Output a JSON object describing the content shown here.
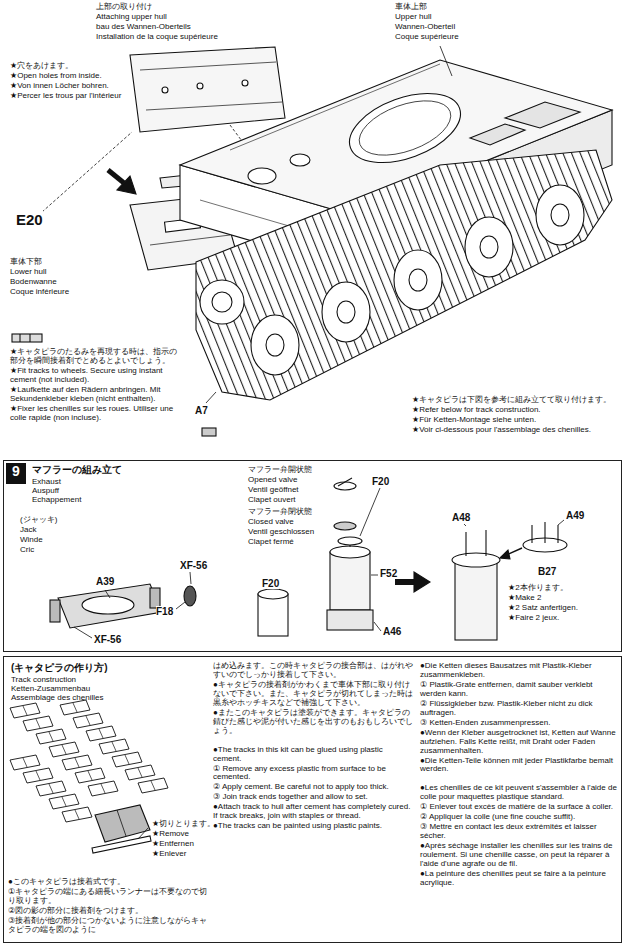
{
  "diagram": {
    "nodes": [
      {
        "text": [
          "マフラーの組み立て",
          "Exhaust",
          "Auspuff",
          "Echappement"
        ]
      },
      {
        "text": [
          "9"
        ],
        "in": 0
      },
      {
        "text": [
          "(キャタピラの作り方)",
          "Track construction",
          "Ketten-Zusammenbau",
          "Assemblage des chenilles"
        ]
      }
    ],
    "labels": [
      "上部の取り付け",
      "Attaching upper hull",
      "bau des Wannen-Oberteils",
      "Installation de la coque supérieure",
      "車体上部",
      "Upper hull",
      "Wannen-Oberteil",
      "Coque supérieure",
      "★穴をあけます。",
      "★Open holes from inside.",
      "★Von innen Löcher bohren.",
      "★Percer les trous par l'intérieur",
      "E20",
      "車体下部",
      "Lower hull",
      "Bodenwanne",
      "Coque inférieure",
      "★キャタピラのたるみを再現する時は、指示の部分を瞬間接着剤でとめるとよいでしょう。",
      "★Fit tracks to wheels. Secure using instant cement (not included).",
      "★Laufkette auf den Rädern anbringen. Mit Sekundenkleber kleben (nicht enthalten).",
      "★Fixer les chenilles sur les roues. Utiliser une colle rapide (non incluse).",
      "A7",
      "★キャタピラは下図を参考に組み立てて取り付けます。",
      "★Refer below for track construction.",
      "★Für Ketten-Montage siehe unten.",
      "★Voir ci-dessous pour l'assemblage des chenilles.",
      "(ジャッキ)",
      "Jack",
      "Winde",
      "Cric",
      "XF-56",
      "A39",
      "F18",
      "XF-56",
      "マフラー弁開状態",
      "Opened valve",
      "Ventil geöffnet",
      "Clapet ouvert",
      "F20",
      "マフラー弁閉状態",
      "Closed valve",
      "Ventil geschlossen",
      "Clapet fermé",
      "F20",
      "F52",
      "A46",
      "A48",
      "A49",
      "B27",
      "★2本作ります。",
      "★Make 2",
      "★2 Satz anfertigen.",
      "★Faire 2 jeux.",
      "★切りとります。",
      "★Remove",
      "★Entfernen",
      "★Enlever",
      "●このキャタピラは接着式です。",
      "①キャタピラの端にある細長いランナーは不要なので切り取ります。",
      "②図の影の部分に接着剤をつけます。",
      "③接着剤が他の部分につかないように注意しながらキャタピラの端を図のように",
      "はめ込みます。この時キャタピラの接合部は、はがれやすいのでしっかり接着して下さい。",
      "●キャタピラの接着剤がかわくまで車体下部に取り付けないで下さい。また、キャタピラが切れてしまった時は黒糸やホッチキスなどで補強して下さい。",
      "●またこのキャタピラは塗装ができます。キャタピラの錆びた感じや泥が付いた感じを出すのもおもしろいでしょう。",
      "●The tracks in this kit can be glued using plastic cement.",
      "① Remove any excess plastic from surface to be cemented.",
      "② Apply cement. Be careful not to apply too thick.",
      "③ Join track ends together and allow to set.",
      "●Attach track to hull after cement has completely cured. If track breaks, join with staples or thread.",
      "●The tracks can be painted using plastic paints.",
      "●Die Ketten dieses Bausatzes mit Plastik-Kleber zusammenkleben.",
      "① Plastik-Grate entfernen, damit sauber verklebt werden kann.",
      "② Flüssigkleber bzw. Plastik-Kleber nicht zu dick auftragen.",
      "③ Ketten-Enden zusammenpressen.",
      "●Wenn der Kleber ausgetrocknet ist, Ketten auf Wanne aufziehen. Falls Kette reißt, mit Draht oder Faden zusammenhalten.",
      "●Die Ketten-Teile können mit jeder Plastikfarbe bemalt werden.",
      "●Les chenilles de ce kit peuvent s'assembler à l'aide de colle pour maquettes plastique standard.",
      "① Enlever tout excès de matière de la surface à coller.",
      "② Appliquer la colle (une fine couche suffit).",
      "③ Mettre en contact les deux extrémités et laisser sécher.",
      "●Après séchage installer les chenilles sur les trains de roulement. Si une chenille casse, on peut la réparer à l'aide d'une agrafe ou de fil.",
      "●La peinture des chenilles peut se faire à la peinture acrylique."
    ]
  }
}
